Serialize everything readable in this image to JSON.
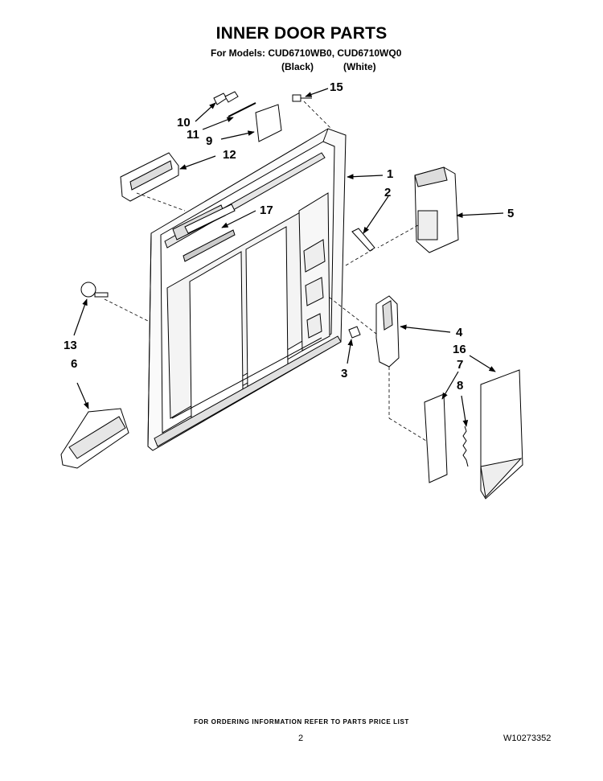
{
  "header": {
    "title": "INNER DOOR PARTS",
    "subtitle": "For Models: CUD6710WB0, CUD6710WQ0",
    "variant_black": "(Black)",
    "variant_white": "(White)"
  },
  "callouts": {
    "c1": "1",
    "c2": "2",
    "c3": "3",
    "c4": "4",
    "c5": "5",
    "c6": "6",
    "c7": "7",
    "c8": "8",
    "c9": "9",
    "c10": "10",
    "c11": "11",
    "c12": "12",
    "c13": "13",
    "c15": "15",
    "c16": "16",
    "c17": "17"
  },
  "footer": {
    "ordering_note": "FOR ORDERING INFORMATION REFER TO PARTS PRICE LIST",
    "page_number": "2",
    "document_number": "W10273352"
  }
}
